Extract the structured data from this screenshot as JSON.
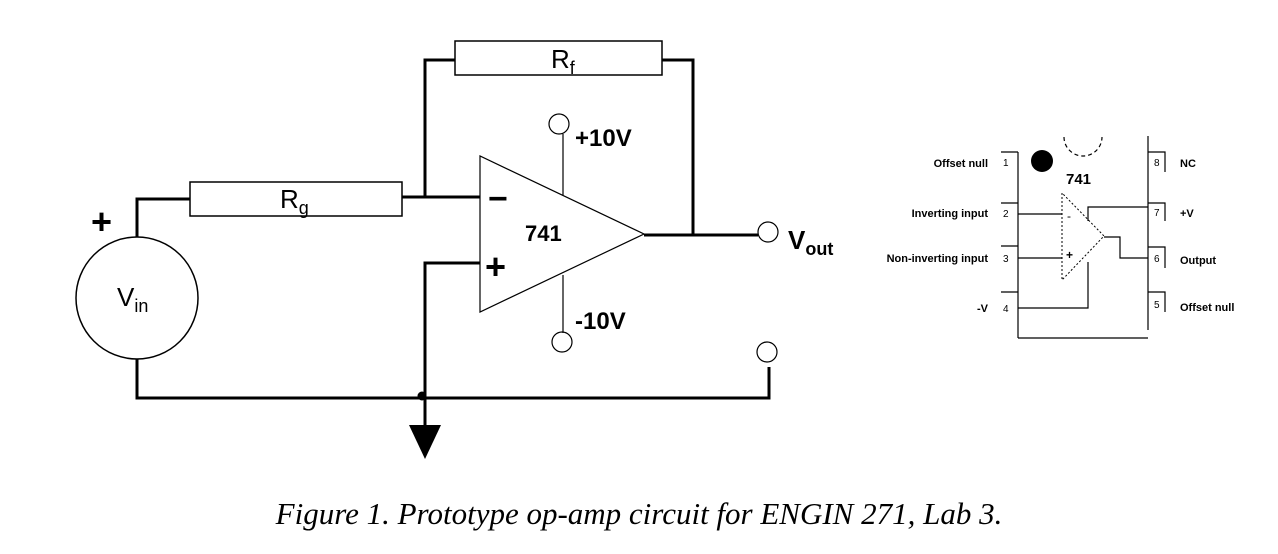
{
  "circuit": {
    "feedback_resistor": {
      "symbol": "R",
      "subscript": "f"
    },
    "input_resistor": {
      "symbol": "R",
      "subscript": "g"
    },
    "source": {
      "symbol": "V",
      "subscript": "in",
      "polarity": "+"
    },
    "opamp": {
      "model": "741",
      "inverting_sign": "−",
      "noninverting_sign": "+"
    },
    "supply_positive": "+10V",
    "supply_negative": "-10V",
    "output": {
      "symbol": "V",
      "subscript": "out"
    }
  },
  "pinout": {
    "chip_label": "741",
    "pins": [
      {
        "number": "1",
        "name": "Offset null"
      },
      {
        "number": "2",
        "name": "Inverting input"
      },
      {
        "number": "3",
        "name": "Non-inverting input"
      },
      {
        "number": "4",
        "name": "-V"
      },
      {
        "number": "5",
        "name": "Offset null"
      },
      {
        "number": "6",
        "name": "Output"
      },
      {
        "number": "7",
        "name": "+V"
      },
      {
        "number": "8",
        "name": "NC"
      }
    ],
    "inner_minus": "-",
    "inner_plus": "+"
  },
  "caption": "Figure 1. Prototype op-amp circuit for ENGIN 271, Lab 3."
}
